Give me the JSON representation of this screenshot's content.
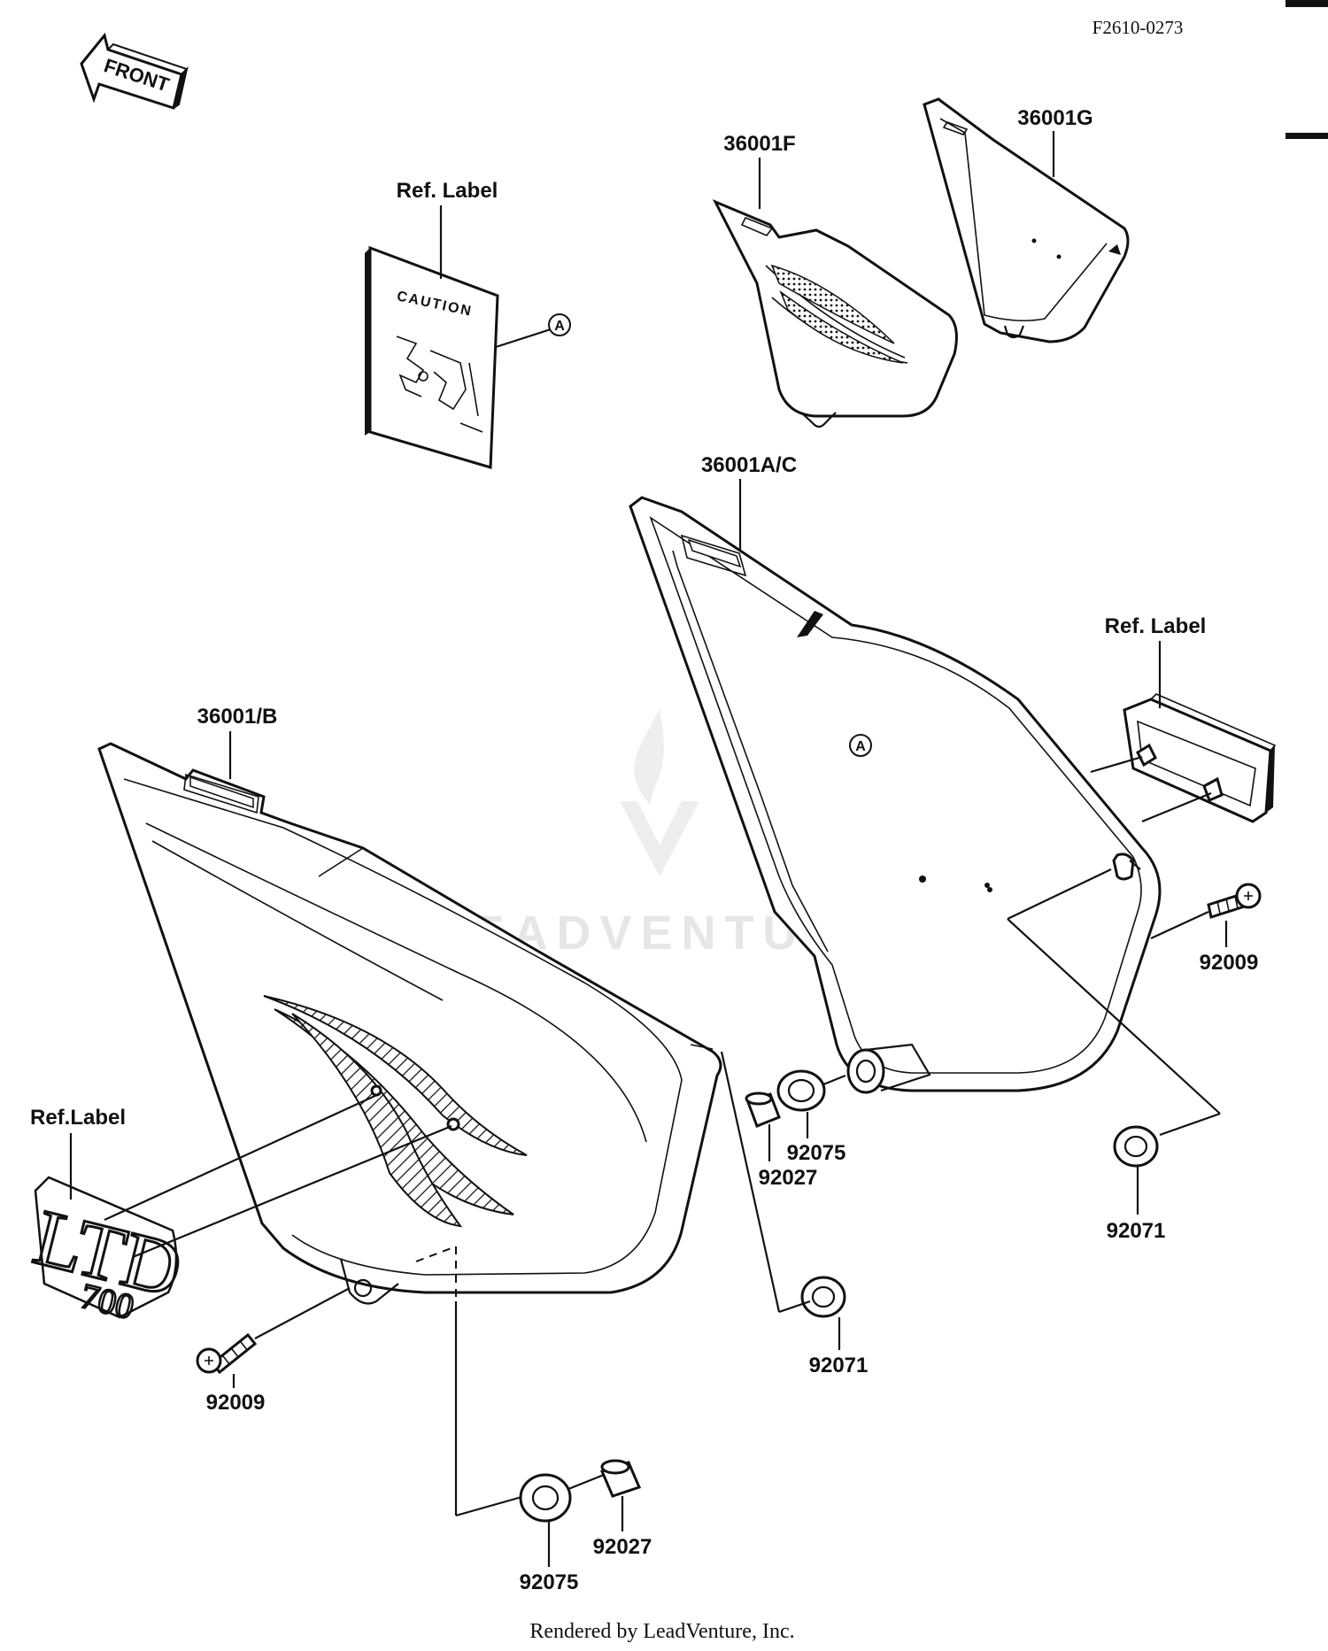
{
  "figure_code": "F2610-0273",
  "front_arrow": {
    "text": "FRONT",
    "icon": "front-arrow-icon"
  },
  "callout_marker": "A",
  "labels": {
    "ref_label_caution": "Ref. Label",
    "caution_text": "CAUTION",
    "part_36001F": "36001F",
    "part_36001G": "36001G",
    "part_36001AC": "36001A/C",
    "ref_label_right": "Ref. Label",
    "part_36001B": "36001/B",
    "ref_label_left": "Ref.Label",
    "ltd_emblem_main": "LTD",
    "ltd_emblem_sub": "700",
    "part_92009_right": "92009",
    "part_92075_mid": "92075",
    "part_92027_mid": "92027",
    "part_92071_right": "92071",
    "part_92071_mid": "92071",
    "part_92009_left": "92009",
    "part_92075_bottom": "92075",
    "part_92027_bottom": "92027"
  },
  "watermark": "LEADVENTURE",
  "footer": "Rendered by LeadVenture, Inc."
}
